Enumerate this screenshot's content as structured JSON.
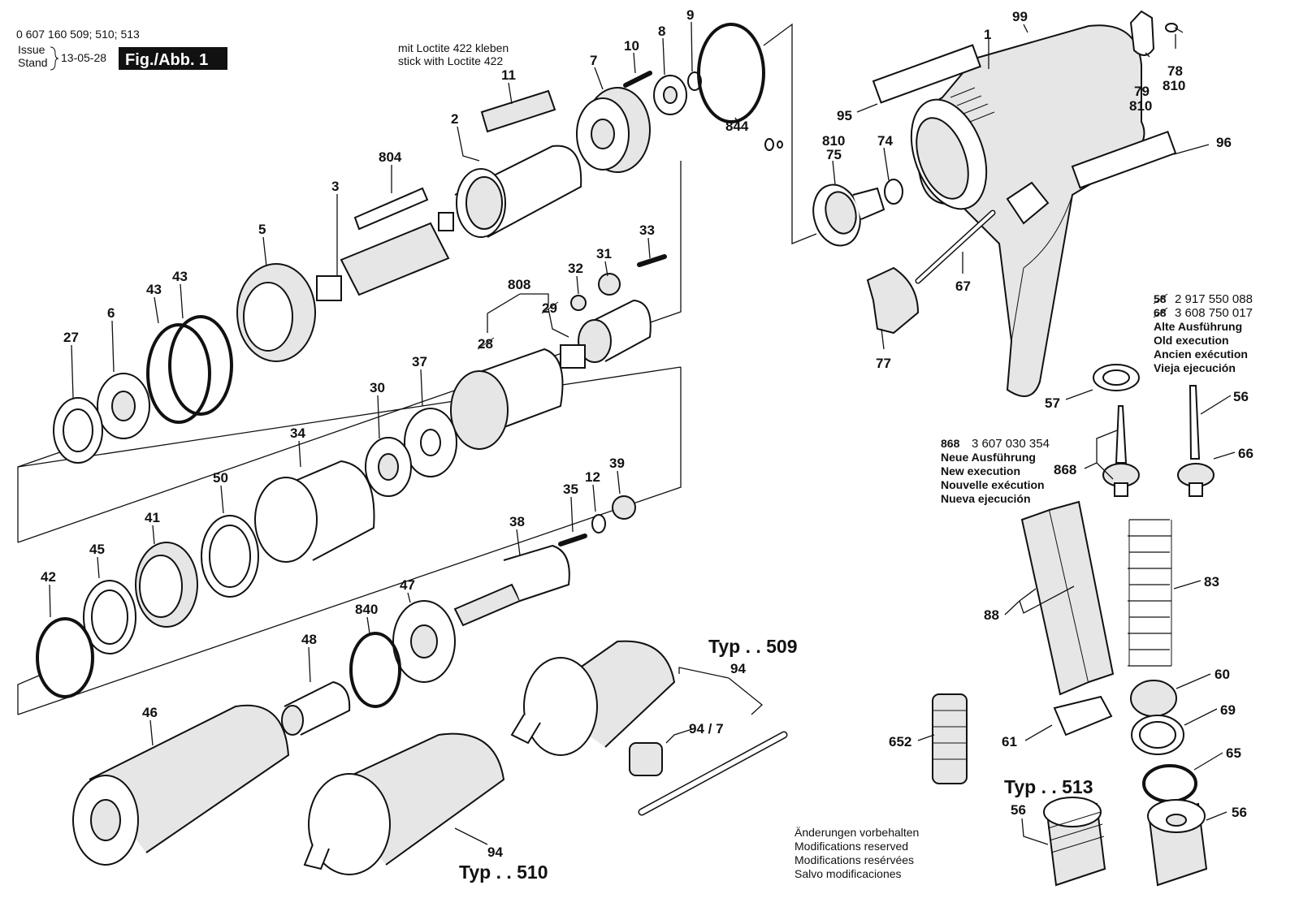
{
  "header": {
    "part_numbers": "0 607 160 509; 510; 513",
    "issue_word": "Issue",
    "stand_word": "Stand",
    "date": "13-05-28",
    "figure": "Fig./Abb. 1"
  },
  "notes": {
    "loctite_de": "mit Loctite 422 kleben",
    "loctite_en": "stick with Loctite 422",
    "old_line1": "2 917 550 088",
    "old_line2": "3 608 750 017",
    "old_num1": "58",
    "old_num2": "68",
    "old_de": "Alte Ausführung",
    "old_en": "Old execution",
    "old_fr": "Ancien exécution",
    "old_es": "Vieja ejecución",
    "new_num": "868",
    "new_part": "3 607 030 354",
    "new_de": "Neue Ausführung",
    "new_en": "New execution",
    "new_fr": "Nouvelle exécution",
    "new_es": "Nueva ejecución",
    "mod_de": "Änderungen vorbehalten",
    "mod_en": "Modifications reserved",
    "mod_fr": "Modifications resérvées",
    "mod_es": "Salvo modificaciones"
  },
  "types": {
    "t509": "Typ . . 509",
    "t510": "Typ . . 510",
    "t513": "Typ . . 513"
  },
  "labels": {
    "l99": "99",
    "l1": "1",
    "l78": "78",
    "l810a": "810",
    "l79": "79",
    "l810b": "810",
    "l95": "95",
    "l96": "96",
    "l810c": "810",
    "l75": "75",
    "l74": "74",
    "l67": "67",
    "l77": "77",
    "l9": "9",
    "l8": "8",
    "l10": "10",
    "l7": "7",
    "l844": "844",
    "l11": "11",
    "l2": "2",
    "l804": "804",
    "l3": "3",
    "l5": "5",
    "l33": "33",
    "l31": "31",
    "l32": "32",
    "l808": "808",
    "l29": "29",
    "l28": "28",
    "l43a": "43",
    "l43b": "43",
    "l6": "6",
    "l27": "27",
    "l37": "37",
    "l30": "30",
    "l34": "34",
    "l50": "50",
    "l41": "41",
    "l45": "45",
    "l42": "42",
    "l39": "39",
    "l12": "12",
    "l35": "35",
    "l38": "38",
    "l47": "47",
    "l840": "840",
    "l48": "48",
    "l46": "46",
    "l94a": "94",
    "l94_7": "94 / 7",
    "l94b": "94",
    "l57": "57",
    "l56a": "56",
    "l868": "868",
    "l66": "66",
    "l83": "83",
    "l88": "88",
    "l60": "60",
    "l69": "69",
    "l65": "65",
    "l61": "61",
    "l652": "652",
    "l56b": "56",
    "l56c": "56"
  }
}
